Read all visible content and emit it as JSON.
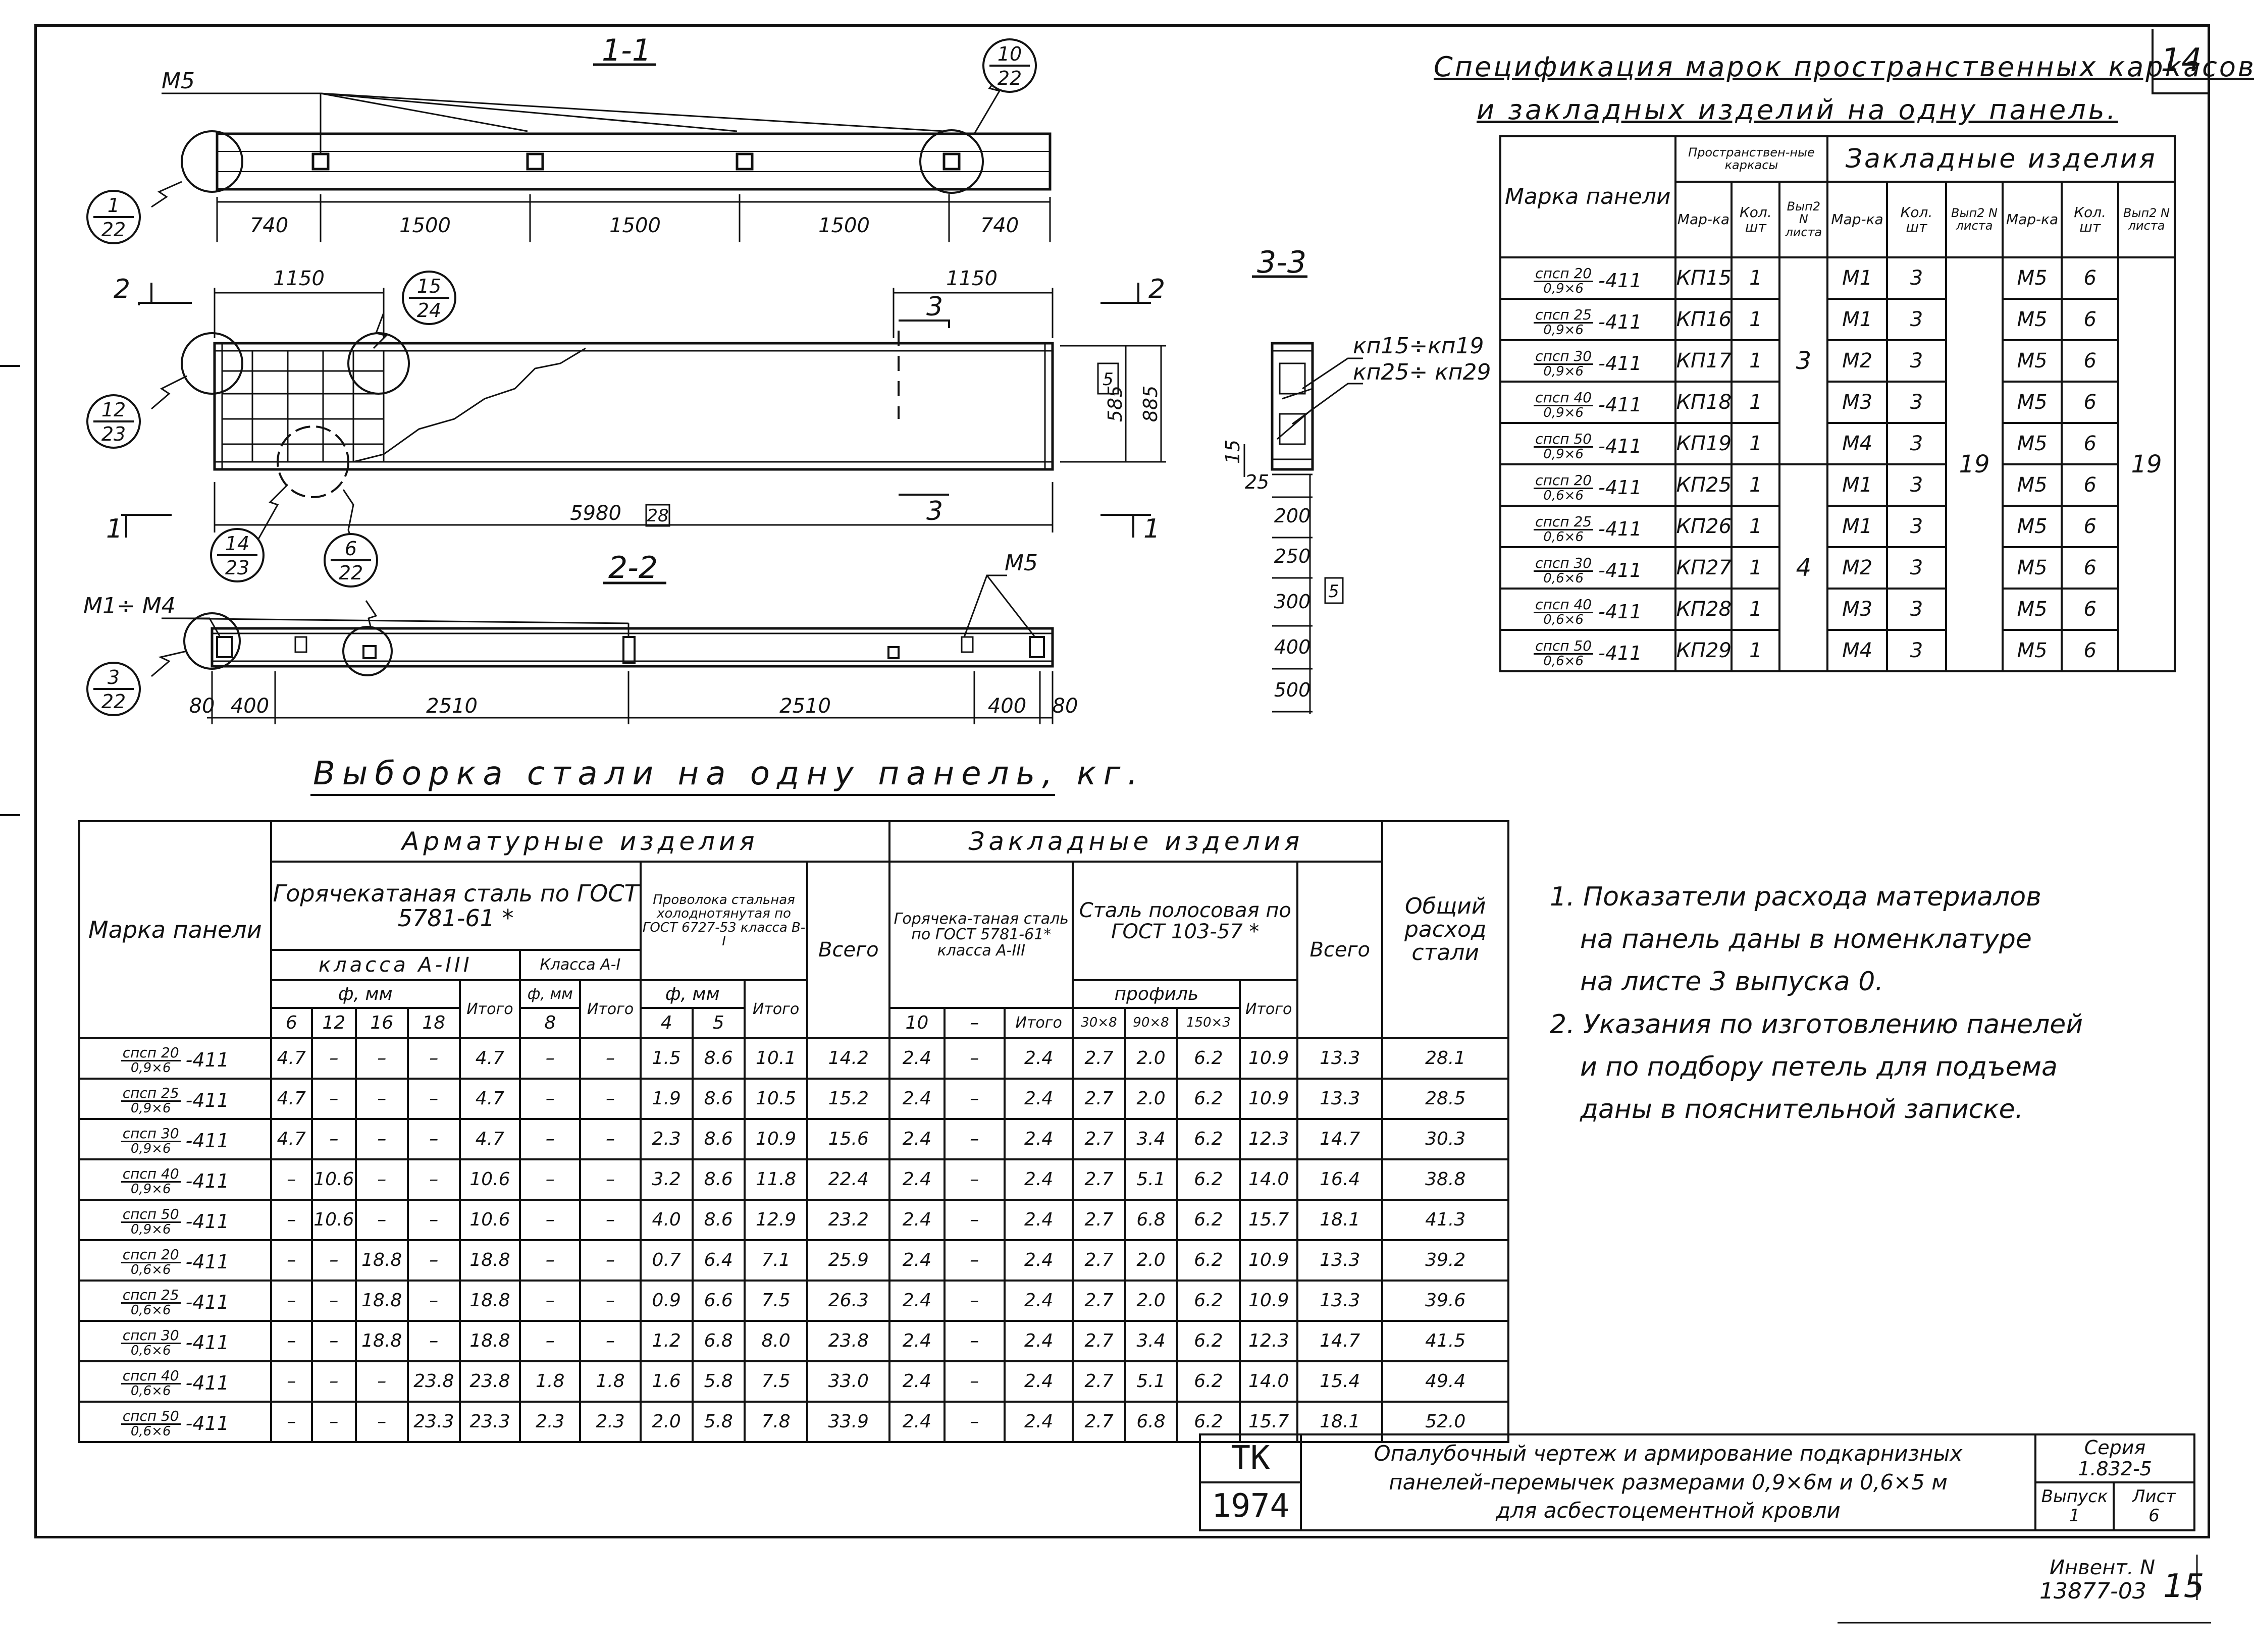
{
  "sheet_number": "14",
  "sections": {
    "s11": "1-1",
    "s22": "2-2",
    "s33": "3-3",
    "mark_2_left": "2",
    "mark_2_right": "2",
    "mark_1_left": "1",
    "mark_1_right": "1",
    "mark_3_top": "3",
    "mark_3_bottom": "3"
  },
  "drawing": {
    "m5_label_top": "M5",
    "m5_label_bottom": "M5",
    "m1m4_label": "M1÷ M4",
    "kp_label_1": "кп15÷кп19",
    "kp_label_2": "кп25÷ кп29",
    "dims_top": [
      "740",
      "1500",
      "1500",
      "1500",
      "740"
    ],
    "dim_1150_left": "1150",
    "dim_1150_right": "1150",
    "dim_5980": "5980",
    "dim_585": "585",
    "dim_885": "885",
    "dims_bottom": [
      "400",
      "2510",
      "2510",
      "400",
      "80"
    ],
    "dim_80_left": "80",
    "dims_33": [
      "15",
      "25",
      "200",
      "250",
      "300",
      "400",
      "500"
    ],
    "box_28": "28",
    "box_5_a": "5",
    "box_5_b": "5",
    "callouts": [
      {
        "n": "1",
        "d": "22"
      },
      {
        "n": "10",
        "d": "22"
      },
      {
        "n": "15",
        "d": "24"
      },
      {
        "n": "12",
        "d": "23"
      },
      {
        "n": "14",
        "d": "23"
      },
      {
        "n": "6",
        "d": "22"
      },
      {
        "n": "3",
        "d": "22"
      }
    ]
  },
  "spec": {
    "title_line1": "Спецификация марок пространственных каркасов",
    "title_line2": "и закладных изделий на одну панель.",
    "h_marka": "Марка панели",
    "h_frames": "Пространствен-ные каркасы",
    "h_embedded": "Закладные изделия",
    "h_mark": "Мар-ка",
    "h_qty": "Кол. шт",
    "h_issue": "Вып2 N листа",
    "rows": [
      {
        "top": "спсп 20",
        "bot": "0,9×6",
        "suf": "-411",
        "kp": "КП15",
        "kq": "1",
        "m": "М1",
        "mq": "3",
        "m5": "М5",
        "m5q": "6"
      },
      {
        "top": "спсп 25",
        "bot": "0,9×6",
        "suf": "-411",
        "kp": "КП16",
        "kq": "1",
        "m": "М1",
        "mq": "3",
        "m5": "М5",
        "m5q": "6"
      },
      {
        "top": "спсп 30",
        "bot": "0,9×6",
        "suf": "-411",
        "kp": "КП17",
        "kq": "1",
        "m": "М2",
        "mq": "3",
        "m5": "М5",
        "m5q": "6"
      },
      {
        "top": "спсп 40",
        "bot": "0,9×6",
        "suf": "-411",
        "kp": "КП18",
        "kq": "1",
        "m": "М3",
        "mq": "3",
        "m5": "М5",
        "m5q": "6"
      },
      {
        "top": "спсп 50",
        "bot": "0,9×6",
        "suf": "-411",
        "kp": "КП19",
        "kq": "1",
        "m": "М4",
        "mq": "3",
        "m5": "М5",
        "m5q": "6"
      },
      {
        "top": "спсп 20",
        "bot": "0,6×6",
        "suf": "-411",
        "kp": "КП25",
        "kq": "1",
        "m": "М1",
        "mq": "3",
        "m5": "М5",
        "m5q": "6"
      },
      {
        "top": "спсп 25",
        "bot": "0,6×6",
        "suf": "-411",
        "kp": "КП26",
        "kq": "1",
        "m": "М1",
        "mq": "3",
        "m5": "М5",
        "m5q": "6"
      },
      {
        "top": "спсп 30",
        "bot": "0,6×6",
        "suf": "-411",
        "kp": "КП27",
        "kq": "1",
        "m": "М2",
        "mq": "3",
        "m5": "М5",
        "m5q": "6"
      },
      {
        "top": "спсп 40",
        "bot": "0,6×6",
        "suf": "-411",
        "kp": "КП28",
        "kq": "1",
        "m": "М3",
        "mq": "3",
        "m5": "М5",
        "m5q": "6"
      },
      {
        "top": "спсп 50",
        "bot": "0,6×6",
        "suf": "-411",
        "kp": "КП29",
        "kq": "1",
        "m": "М4",
        "mq": "3",
        "m5": "М5",
        "m5q": "6"
      }
    ],
    "kp_issue_a": "3",
    "kp_issue_b": "4",
    "m_issue": "19",
    "m5_issue": "19"
  },
  "steel": {
    "title": "Выборка стали на одну панель, кг.",
    "h_marka": "Марка панели",
    "h_arm": "Арматурные изделия",
    "h_zakl": "Закладные изделия",
    "h_hot": "Горячекатаная сталь по ГОСТ 5781-61 *",
    "h_klass_a3": "класса А-III",
    "h_klass_a1": "Класса А-I",
    "h_phi_mm": "ф, мм",
    "h_wire": "Проволока стальная холоднотянутая по ГОСТ 6727-53 класса В-I",
    "h_vsego": "Всего",
    "h_hot2": "Горячека-таная сталь по ГОСТ 5781-61* класса А-III",
    "h_strip": "Сталь полосовая по ГОСТ 103-57 *",
    "h_profil": "профиль",
    "h_total": "Общий расход стали",
    "h_itogo": "Итого",
    "d_6": "6",
    "d_12": "12",
    "d_16": "16",
    "d_18": "18",
    "d_8": "8",
    "d_4": "4",
    "d_5": "5",
    "d_10": "10",
    "d_dash": "–",
    "p_30x8": "30×8",
    "p_90x8": "90×8",
    "p_150x3": "150×3",
    "rows": [
      {
        "top": "спсп 20",
        "bot": "0,9×6",
        "suf": "-411",
        "v": [
          "4.7",
          "–",
          "–",
          "–",
          "4.7",
          "–",
          "–",
          "1.5",
          "8.6",
          "10.1",
          "14.2",
          "2.4",
          "–",
          "2.4",
          "2.7",
          "2.0",
          "6.2",
          "10.9",
          "13.3",
          "28.1"
        ]
      },
      {
        "top": "спсп 25",
        "bot": "0,9×6",
        "suf": "-411",
        "v": [
          "4.7",
          "–",
          "–",
          "–",
          "4.7",
          "–",
          "–",
          "1.9",
          "8.6",
          "10.5",
          "15.2",
          "2.4",
          "–",
          "2.4",
          "2.7",
          "2.0",
          "6.2",
          "10.9",
          "13.3",
          "28.5"
        ]
      },
      {
        "top": "спсп 30",
        "bot": "0,9×6",
        "suf": "-411",
        "v": [
          "4.7",
          "–",
          "–",
          "–",
          "4.7",
          "–",
          "–",
          "2.3",
          "8.6",
          "10.9",
          "15.6",
          "2.4",
          "–",
          "2.4",
          "2.7",
          "3.4",
          "6.2",
          "12.3",
          "14.7",
          "30.3"
        ]
      },
      {
        "top": "спсп 40",
        "bot": "0,9×6",
        "suf": "-411",
        "v": [
          "–",
          "10.6",
          "–",
          "–",
          "10.6",
          "–",
          "–",
          "3.2",
          "8.6",
          "11.8",
          "22.4",
          "2.4",
          "–",
          "2.4",
          "2.7",
          "5.1",
          "6.2",
          "14.0",
          "16.4",
          "38.8"
        ]
      },
      {
        "top": "спсп 50",
        "bot": "0,9×6",
        "suf": "-411",
        "v": [
          "–",
          "10.6",
          "–",
          "–",
          "10.6",
          "–",
          "–",
          "4.0",
          "8.6",
          "12.9",
          "23.2",
          "2.4",
          "–",
          "2.4",
          "2.7",
          "6.8",
          "6.2",
          "15.7",
          "18.1",
          "41.3"
        ]
      },
      {
        "top": "спсп 20",
        "bot": "0,6×6",
        "suf": "-411",
        "v": [
          "–",
          "–",
          "18.8",
          "–",
          "18.8",
          "–",
          "–",
          "0.7",
          "6.4",
          "7.1",
          "25.9",
          "2.4",
          "–",
          "2.4",
          "2.7",
          "2.0",
          "6.2",
          "10.9",
          "13.3",
          "39.2"
        ]
      },
      {
        "top": "спсп 25",
        "bot": "0,6×6",
        "suf": "-411",
        "v": [
          "–",
          "–",
          "18.8",
          "–",
          "18.8",
          "–",
          "–",
          "0.9",
          "6.6",
          "7.5",
          "26.3",
          "2.4",
          "–",
          "2.4",
          "2.7",
          "2.0",
          "6.2",
          "10.9",
          "13.3",
          "39.6"
        ]
      },
      {
        "top": "спсп 30",
        "bot": "0,6×6",
        "suf": "-411",
        "v": [
          "–",
          "–",
          "18.8",
          "–",
          "18.8",
          "–",
          "–",
          "1.2",
          "6.8",
          "8.0",
          "23.8",
          "2.4",
          "–",
          "2.4",
          "2.7",
          "3.4",
          "6.2",
          "12.3",
          "14.7",
          "41.5"
        ]
      },
      {
        "top": "спсп 40",
        "bot": "0,6×6",
        "suf": "-411",
        "v": [
          "–",
          "–",
          "–",
          "23.8",
          "23.8",
          "1.8",
          "1.8",
          "1.6",
          "5.8",
          "7.5",
          "33.0",
          "2.4",
          "–",
          "2.4",
          "2.7",
          "5.1",
          "6.2",
          "14.0",
          "15.4",
          "49.4"
        ]
      },
      {
        "top": "спсп 50",
        "bot": "0,6×6",
        "suf": "-411",
        "v": [
          "–",
          "–",
          "–",
          "23.3",
          "23.3",
          "2.3",
          "2.3",
          "2.0",
          "5.8",
          "7.8",
          "33.9",
          "2.4",
          "–",
          "2.4",
          "2.7",
          "6.8",
          "6.2",
          "15.7",
          "18.1",
          "52.0"
        ]
      }
    ]
  },
  "notes": [
    "1. Показатели расхода материалов",
    "на панель даны в номенклатуре",
    "на листе 3        выпуска 0.",
    "2. Указания по изготовлению панелей",
    "и по подбору петель для подъема",
    "даны в пояснительной записке."
  ],
  "title_block": {
    "org": "ТК",
    "year": "1974",
    "title_line1": "Опалубочный чертеж и армирование подкарнизных",
    "title_line2": "панелей-перемычек размерами 0,9×6м и 0,6×5 м",
    "title_line3": "для асбестоцементной кровли",
    "series_label": "Серия",
    "series_value": "1.832-5",
    "issue_label": "Выпуск",
    "issue_value": "1",
    "sheet_label": "Лист",
    "sheet_value": "6"
  },
  "inventory": {
    "label": "Инвент. N",
    "number": "13877-03",
    "page": "15"
  }
}
